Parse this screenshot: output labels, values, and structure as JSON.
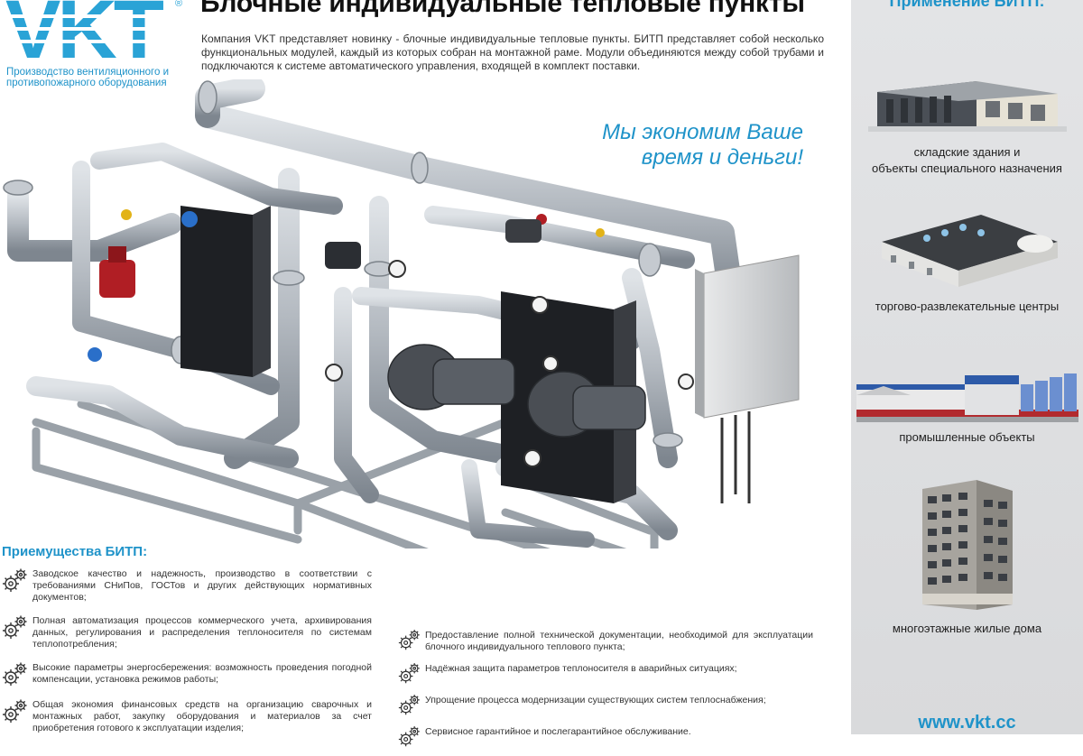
{
  "brand": {
    "logo_text": "VKT",
    "registered_mark": "®",
    "tagline": "Производство вентиляционного и противопожарного оборудования",
    "accent_color": "#1f93c9"
  },
  "title": "Блочные индивидуальные тепловые пункты",
  "intro": "Компания VKT представляет новинку - блочные индивидуальные тепловые пункты. БИТП представляет собой несколько функциональных модулей, каждый из которых собран на монтажной раме. Модули объединяются между собой трубами и подключаются к системе автоматического управления, входящей в комплект поставки.",
  "slogan": {
    "line1": "Мы экономим Ваше",
    "line2": "время и деньги!"
  },
  "advantages": {
    "heading": "Приемущества БИТП:",
    "left": [
      "Заводское качество и надежность, производство в соответствии с требованиями СНиПов, ГОСТов и других действующих нормативных документов;",
      "Полная автоматизация процессов коммерческого учета, архивирования данных, регулирования и распределения теплоносителя по системам теплопотребления;",
      "Высокие параметры энергосбережения: возможность проведения погодной компенсации, установка режимов работы;",
      "Общая экономия финансовых средств на организацию сварочных и монтажных работ, закупку оборудования и материалов за счет приобретения готового к эксплуатации изделия;"
    ],
    "right": [
      "Предоставление полной технической документации, необходимой для эксплуатации блочного индивидуального теплового пункта;",
      "Надёжная защита параметров теплоносителя в аварийных ситуациях;",
      "Упрощение процесса модернизации существующих систем теплоснабжения;",
      "Сервисное гарантийное и послегарантийное обслуживание."
    ]
  },
  "applications": {
    "title": "Применение БИТП:",
    "items": [
      {
        "label_line1": "складские здания и",
        "label_line2": "объекты специального назначения",
        "icon": "warehouse-icon"
      },
      {
        "label_line1": "торгово-развлекательные центры",
        "label_line2": "",
        "icon": "mall-icon"
      },
      {
        "label_line1": "промышленные объекты",
        "label_line2": "",
        "icon": "factory-icon"
      },
      {
        "label_line1": "многоэтажные жилые дома",
        "label_line2": "",
        "icon": "apartment-building-icon"
      }
    ]
  },
  "website": "www.vkt.cc",
  "colors": {
    "sidebar_bg": "#dfe0e2",
    "pipe": "#b9bec4",
    "heat_exchanger": "#1e2024",
    "valve_red": "#b01e24",
    "valve_blue": "#2a6fc9"
  }
}
